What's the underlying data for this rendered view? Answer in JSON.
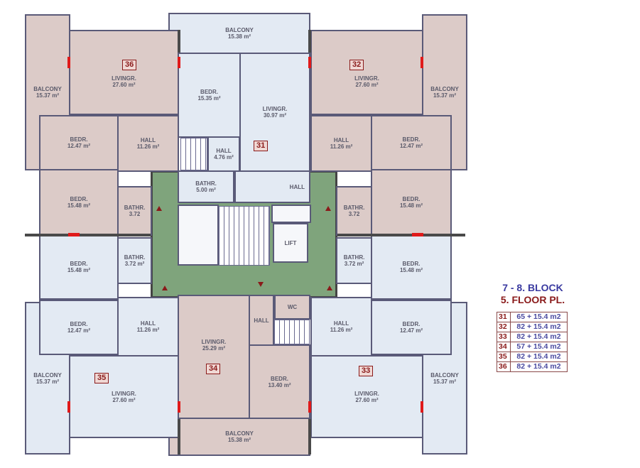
{
  "title": "7 - 8. BLOCK",
  "subtitle": "5. FLOOR PL.",
  "colors": {
    "title": "#3a3aa0",
    "subtitle": "#8a1a1a",
    "core": "#7fa47c",
    "pink": "#dccbc8",
    "blue": "#e3eaf3",
    "door": "#e01a1a"
  },
  "lift_label": "LIFT",
  "units": [
    {
      "no": "31",
      "area": "65 + 15.4 m2"
    },
    {
      "no": "32",
      "area": "82 + 15.4 m2"
    },
    {
      "no": "33",
      "area": "82 + 15.4 m2"
    },
    {
      "no": "34",
      "area": "57 + 15.4 m2"
    },
    {
      "no": "35",
      "area": "82 + 15.4 m2"
    },
    {
      "no": "36",
      "area": "82 + 15.4 m2"
    }
  ],
  "rooms": [
    {
      "name": "BALCONY",
      "area": "15.37 m²"
    },
    {
      "name": "LIVINGR.",
      "area": "27.60 m²"
    },
    {
      "name": "BALCONY",
      "area": "15.38 m²"
    },
    {
      "name": "BEDR.",
      "area": "15.35 m²"
    },
    {
      "name": "LIVINGR.",
      "area": "30.97 m²"
    },
    {
      "name": "HALL",
      "area": "4.76 m²"
    },
    {
      "name": "BATHR.",
      "area": "5.00 m²"
    },
    {
      "name": "HALL",
      "area": ""
    },
    {
      "name": "LIVINGR.",
      "area": "27.60 m²"
    },
    {
      "name": "BALCONY",
      "area": "15.37 m²"
    },
    {
      "name": "BEDR.",
      "area": "12.47 m²"
    },
    {
      "name": "HALL",
      "area": "11.26 m²"
    },
    {
      "name": "BEDR.",
      "area": "15.48 m²"
    },
    {
      "name": "BATHR.",
      "area": "3.72"
    },
    {
      "name": "BEDR.",
      "area": "12.47 m²"
    },
    {
      "name": "HALL",
      "area": "11.26 m²"
    },
    {
      "name": "BEDR.",
      "area": "15.48 m²"
    },
    {
      "name": "BATHR.",
      "area": "3.72"
    },
    {
      "name": "BEDR.",
      "area": "15.48 m²"
    },
    {
      "name": "BATHR.",
      "area": "3.72 m²"
    },
    {
      "name": "BEDR.",
      "area": "12.47 m²"
    },
    {
      "name": "HALL",
      "area": "11.26 m²"
    },
    {
      "name": "BEDR.",
      "area": "15.48 m²"
    },
    {
      "name": "BATHR.",
      "area": "3.72 m²"
    },
    {
      "name": "BEDR.",
      "area": "12.47 m²"
    },
    {
      "name": "HALL",
      "area": "11.26 m²"
    },
    {
      "name": "LIVINGR.",
      "area": "25.29 m²"
    },
    {
      "name": "HALL",
      "area": ""
    },
    {
      "name": "WC",
      "area": ""
    },
    {
      "name": "BEDR.",
      "area": "13.40 m²"
    },
    {
      "name": "BALCONY",
      "area": "15.38 m²"
    },
    {
      "name": "LIVINGR.",
      "area": "27.60 m²"
    },
    {
      "name": "BALCONY",
      "area": "15.37 m²"
    },
    {
      "name": "LIVINGR.",
      "area": "27.60 m²"
    },
    {
      "name": "BALCONY",
      "area": "15.37 m²"
    }
  ]
}
